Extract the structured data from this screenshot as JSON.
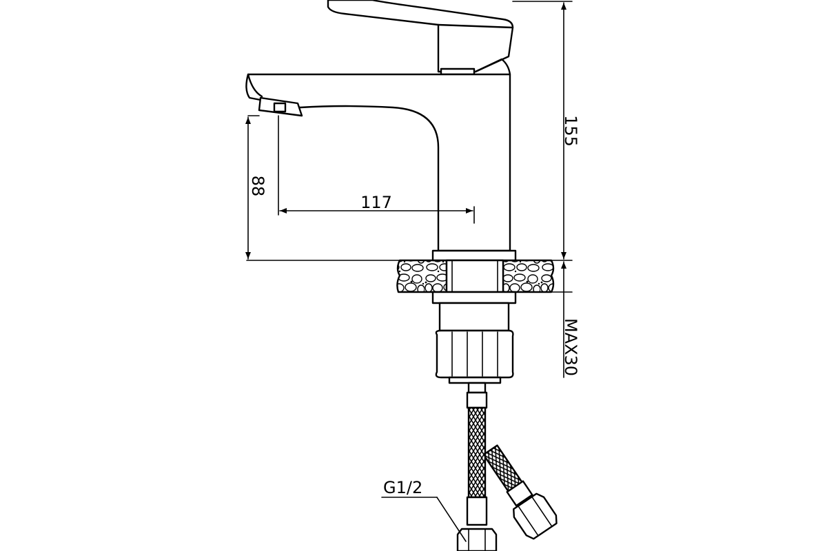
{
  "dimensions": {
    "height_total": "155",
    "spout_height": "88",
    "spout_reach": "117",
    "max_counter_thickness": "MAX30",
    "thread": "G1/2"
  },
  "colors": {
    "line": "#000000",
    "background": "#ffffff"
  }
}
